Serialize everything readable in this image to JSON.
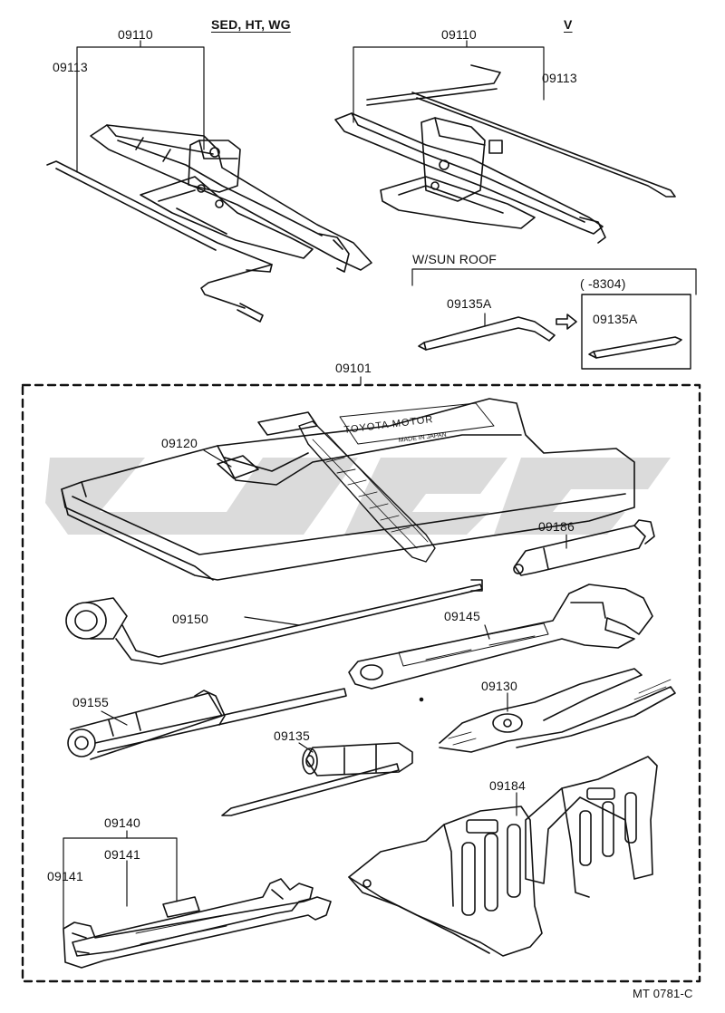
{
  "variants": {
    "sedan": "SED, HT, WG",
    "van": "V",
    "sunroof": "W/SUN ROOF",
    "date_range": "(       -8304)"
  },
  "parts": {
    "jack_sed": "09110",
    "handle_sed": "09113",
    "jack_van": "09110",
    "handle_van": "09113",
    "screwdriver_sunroof": "09135A",
    "screwdriver_sunroof_alt": "09135A",
    "tool_set": "09101",
    "tool_bag": "09120",
    "tire_gauge": "09186",
    "wheel_wrench": "09150",
    "adjustable_wrench": "09145",
    "plug_wrench": "09155",
    "pliers": "09130",
    "screwdriver": "09135",
    "wheel_chocks": "09184",
    "wrench_set": "09140",
    "wrench_inner": "09141",
    "wrench_outer": "09141"
  },
  "bag_text": {
    "brand": "TOYOTA MOTOR",
    "origin": "MADE IN JAPAN"
  },
  "footer": {
    "code": "MT 0781-C"
  }
}
